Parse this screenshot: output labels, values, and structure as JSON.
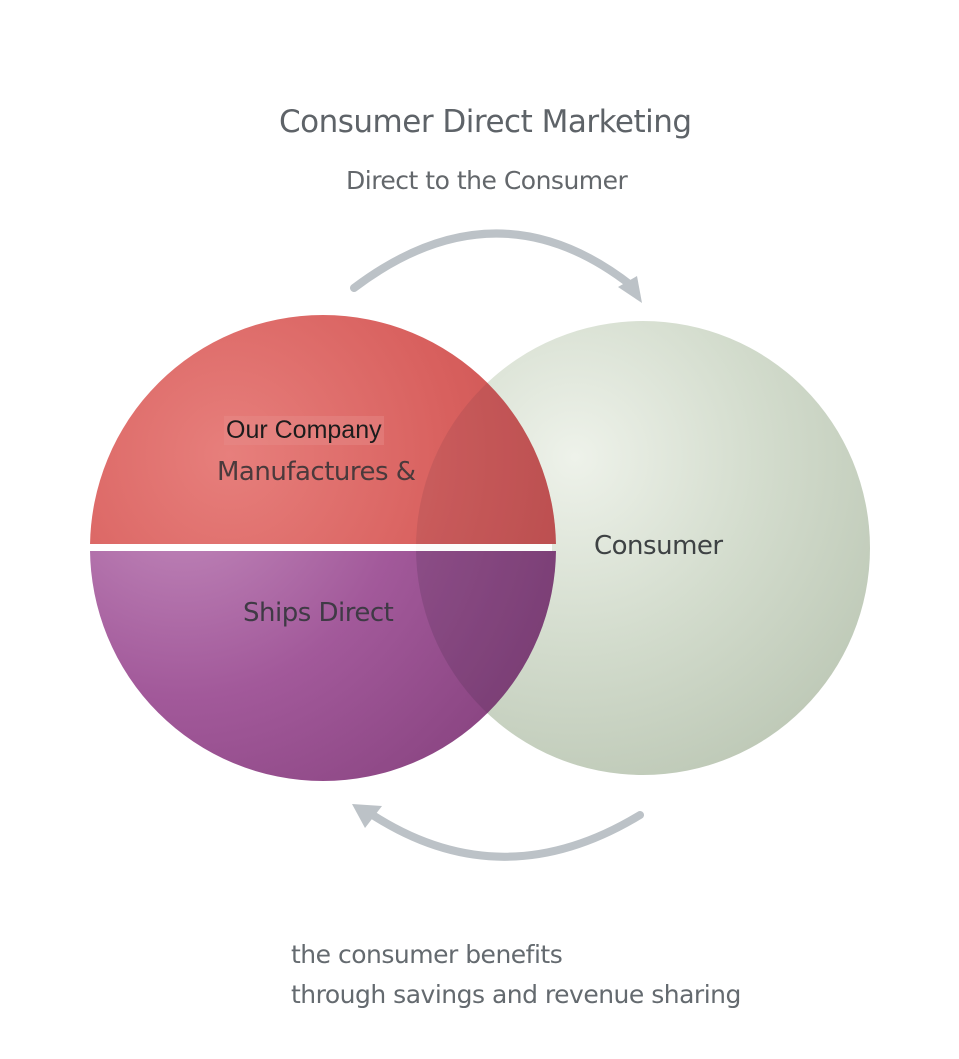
{
  "title": "Consumer Direct Marketing",
  "subtitle": "Direct to the Consumer",
  "company_circle": {
    "label_top": "Our Company",
    "label_middle": "Manufactures &",
    "label_bottom": "Ships Direct",
    "top_color": "#d8605e",
    "bottom_color": "#a2599a"
  },
  "consumer_circle": {
    "label": "Consumer",
    "color": "#cfd9c9"
  },
  "arrow_color": "#bcc2c7",
  "caption": {
    "line1": "the consumer benefits",
    "line2": "through savings and revenue sharing"
  }
}
